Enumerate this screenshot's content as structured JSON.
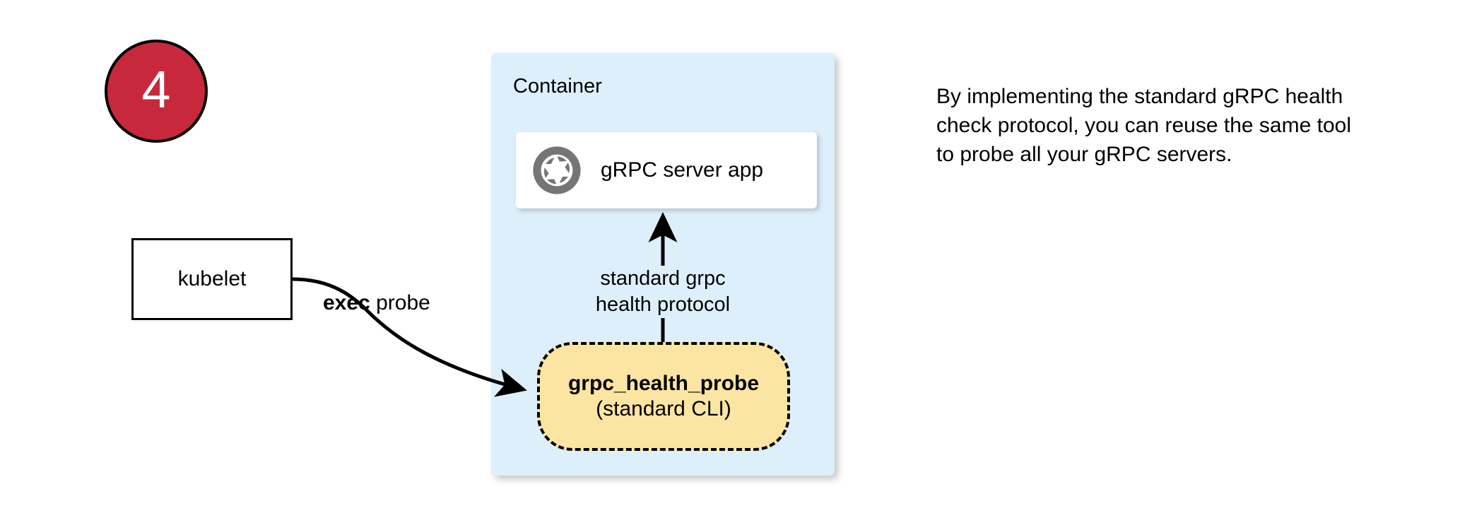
{
  "step": {
    "number": "4"
  },
  "container": {
    "title": "Container",
    "fill_color": "#ddeffb"
  },
  "server_card": {
    "icon": "aperture-icon",
    "icon_color": "#757575",
    "label": "gRPC server app"
  },
  "kubelet": {
    "label": "kubelet"
  },
  "edges": {
    "exec_probe": {
      "bold_word": "exec",
      "rest_word": " probe"
    },
    "protocol": {
      "line1": "standard grpc",
      "line2": "health protocol"
    }
  },
  "probe_node": {
    "title": "grpc_health_probe",
    "subtitle": "(standard CLI)",
    "fill_color": "#fce5a2",
    "border_style": "dashed"
  },
  "note": {
    "text": "By implementing the standard gRPC health check protocol, you can reuse the same tool to probe all your gRPC servers."
  },
  "colors": {
    "badge_red": "#c8283c",
    "badge_text": "#ffffff",
    "stroke_black": "#000000",
    "canvas": "#ffffff"
  }
}
